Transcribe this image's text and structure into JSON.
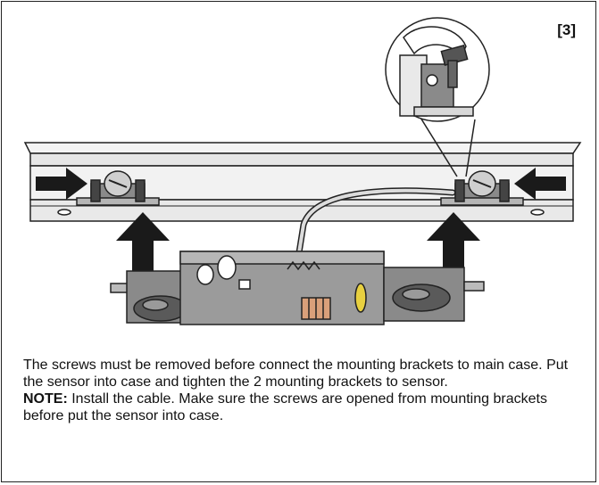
{
  "step_label": "[3]",
  "caption": {
    "instruction": "The screws must be removed before connect the mounting brackets to main case. Put the sensor into case and tighten the 2 mounting brackets to sensor.",
    "note_label": "NOTE:",
    "note_text": " Install the cable. Make sure the screws are opened from mounting brackets before put the sensor into case."
  },
  "colors": {
    "outline": "#222222",
    "rail_fill": "#ececec",
    "sensor_dark": "#8a8a8a",
    "arrow": "#1a1a1a"
  }
}
